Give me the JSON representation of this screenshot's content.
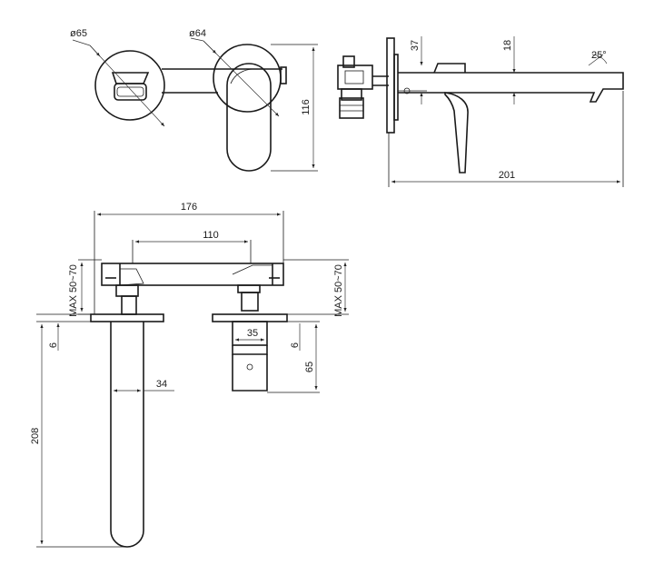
{
  "front_view": {
    "spout_diameter": "ø65",
    "handle_diameter": "ø64",
    "height": "116"
  },
  "side_view": {
    "rosette_offset": "37",
    "spout_thickness": "18",
    "spout_angle": "25°",
    "projection": "201"
  },
  "top_view": {
    "overall_width": "176",
    "center_distance": "110",
    "wall_depth_left": "MAX 50~70",
    "wall_depth_right": "MAX 50~70",
    "plate_left": "6",
    "plate_right": "6",
    "knob_width": "35",
    "knob_length": "65",
    "spout_width": "34",
    "spout_length": "208"
  }
}
